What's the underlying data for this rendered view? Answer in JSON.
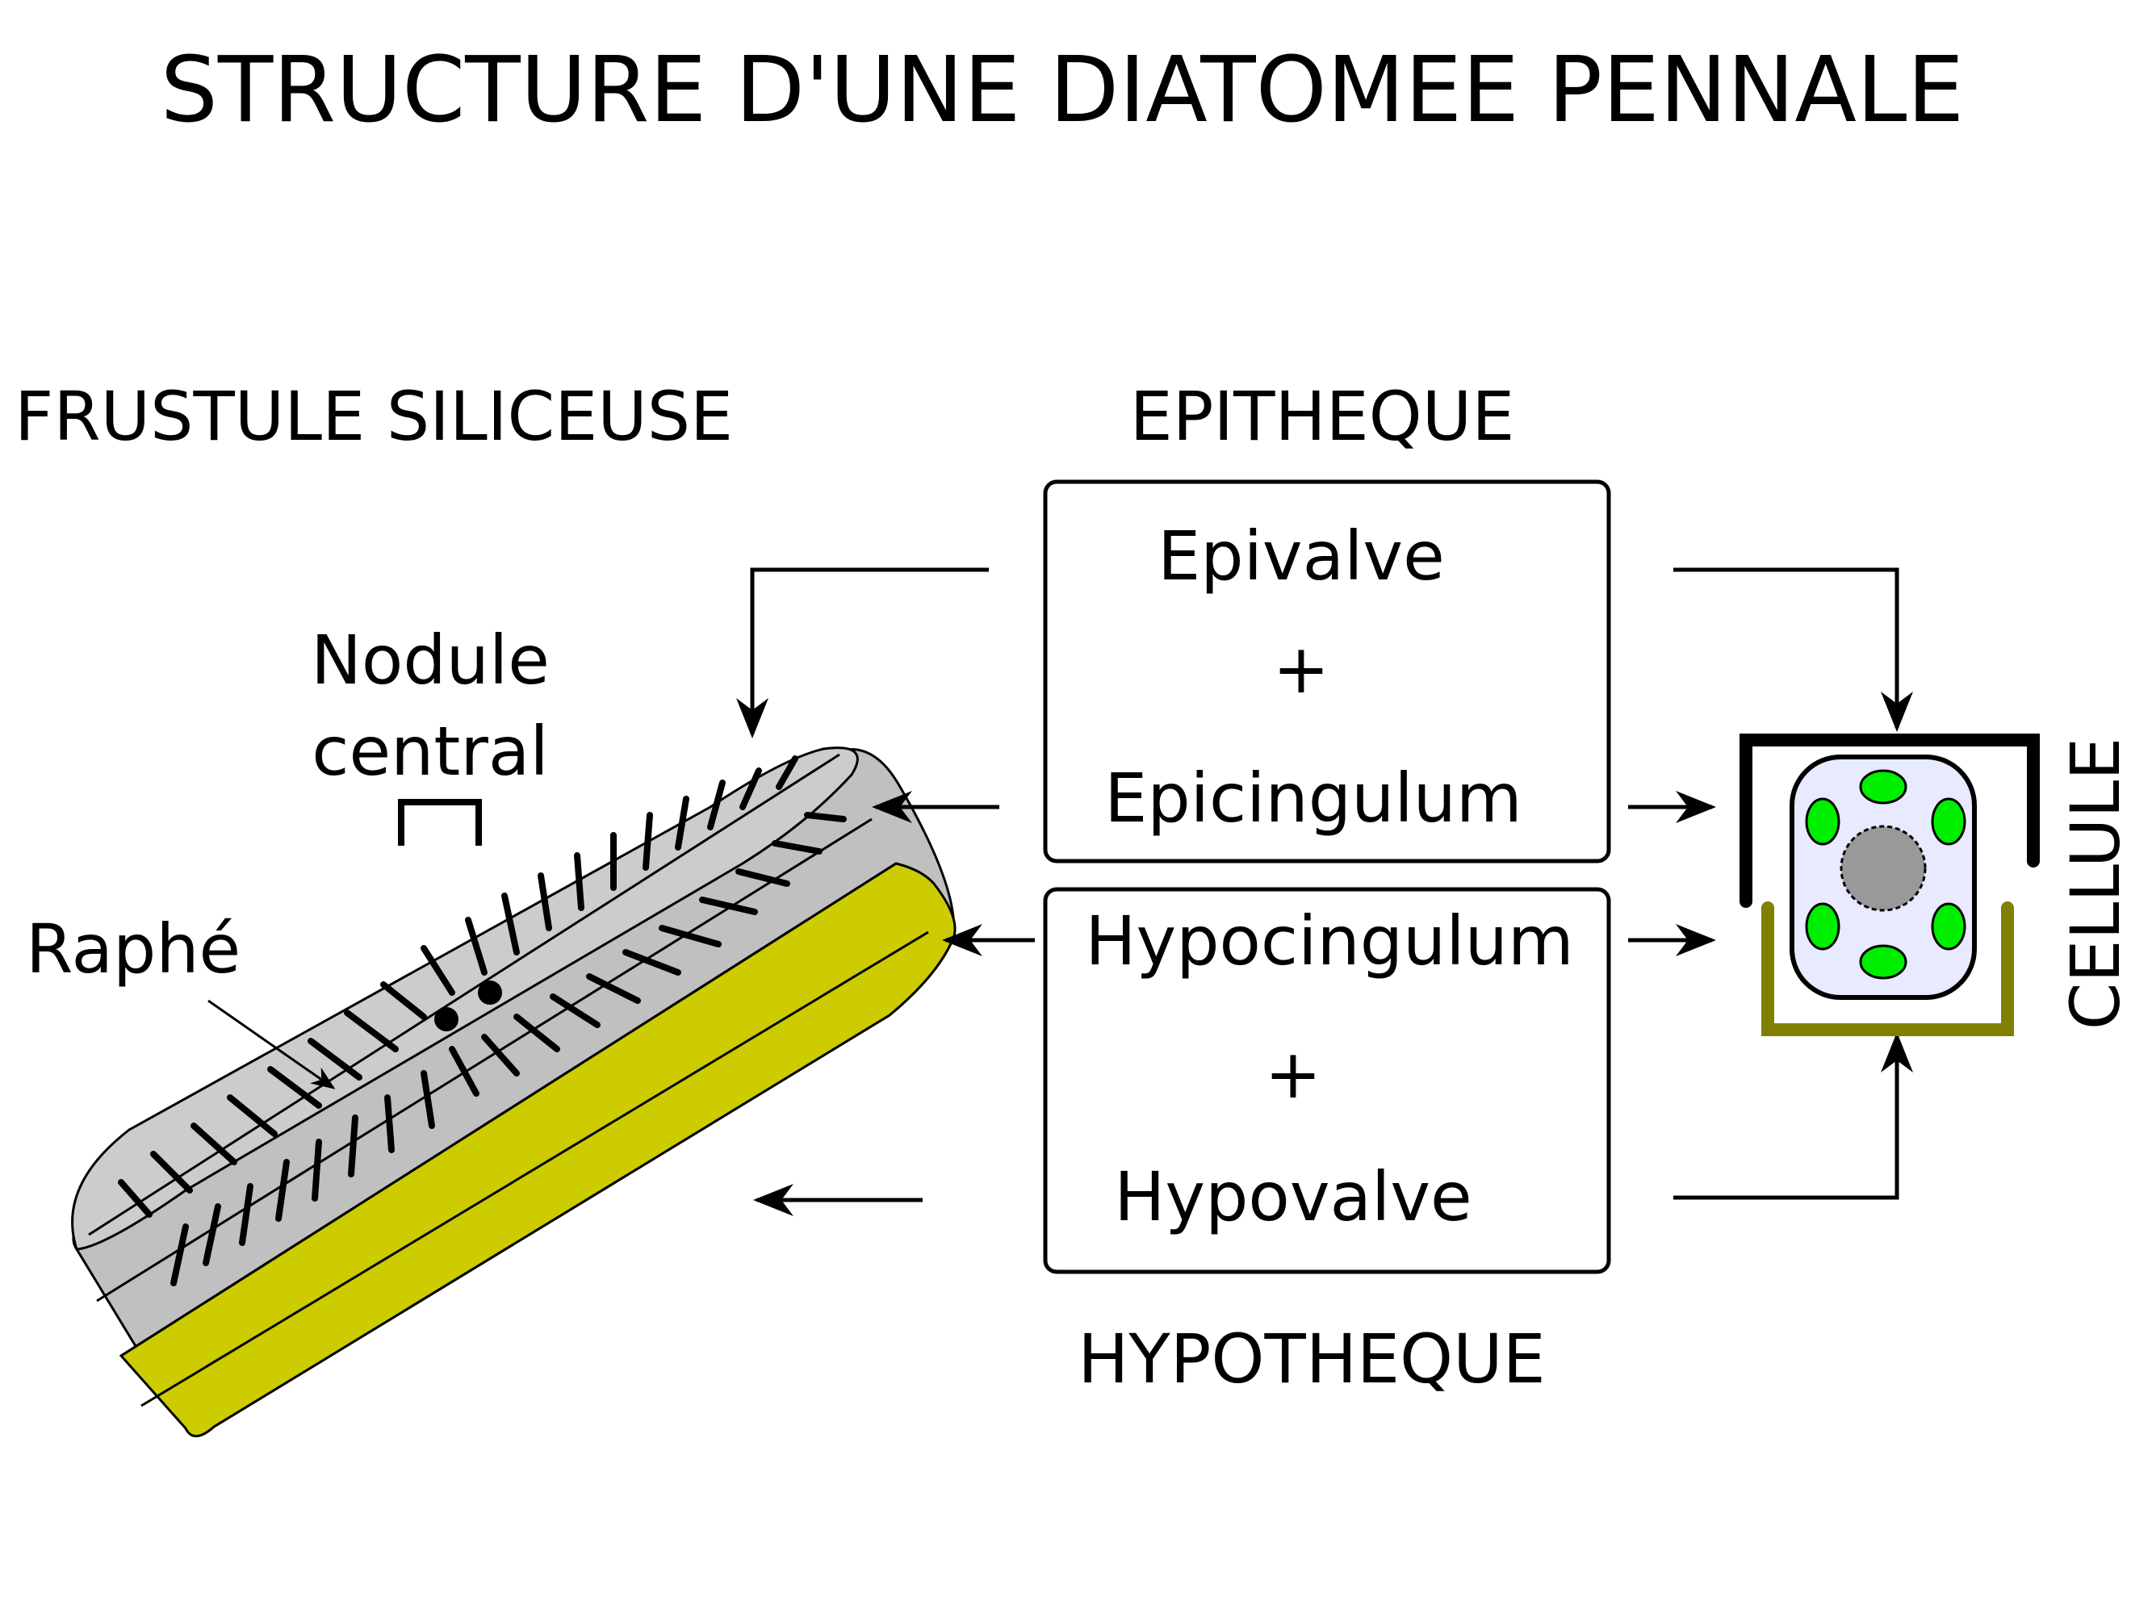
{
  "title": "STRUCTURE D'UNE DIATOMEE PENNALE",
  "headings": {
    "frustule": "FRUSTULE SILICEUSE",
    "epitheque": "EPITHEQUE",
    "hypotheque": "HYPOTHEQUE",
    "cellule": "CELLULE"
  },
  "labels": {
    "nodule_line1": "Nodule",
    "nodule_line2": "central",
    "raphe": "Raphé"
  },
  "epitheque_box": {
    "line1": "Epivalve",
    "plus": "+",
    "line2": "Epicingulum"
  },
  "hypotheque_box": {
    "line1": "Hypocingulum",
    "plus": "+",
    "line2": "Hypovalve"
  },
  "colors": {
    "epitheque_fill": "#c0c0c0",
    "epitheque_top": "#cccccc",
    "hypotheque_fill": "#cccc00",
    "hypotheque_frame": "#808000",
    "cell_fill": "#e8eaff",
    "chloroplast": "#00ee00",
    "nucleus": "#999999"
  }
}
